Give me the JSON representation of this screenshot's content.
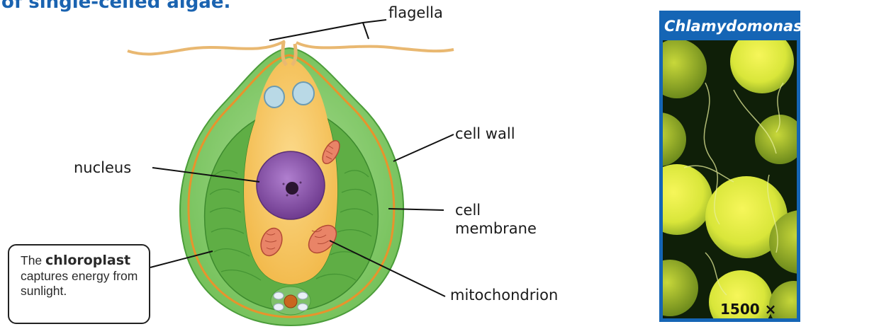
{
  "heading": "of single-celled algae.",
  "labels": {
    "flagella": "flagella",
    "cell_wall": "cell wall",
    "cell_membrane_line1": "cell",
    "cell_membrane_line2": "membrane",
    "nucleus": "nucleus",
    "mitochondrion": "mitochondrion"
  },
  "callout": {
    "prefix": "The",
    "bold": "chloroplast",
    "rest": "captures energy from sunlight."
  },
  "photo": {
    "title": "Chlamydomonas",
    "magnification": "1500 ×"
  },
  "colors": {
    "heading": "#1a63b0",
    "photo_frame": "#1565b5",
    "chloroplast": "#63b446",
    "cytoplasm": "#f7c45a",
    "nucleus": "#8a4fa8"
  }
}
